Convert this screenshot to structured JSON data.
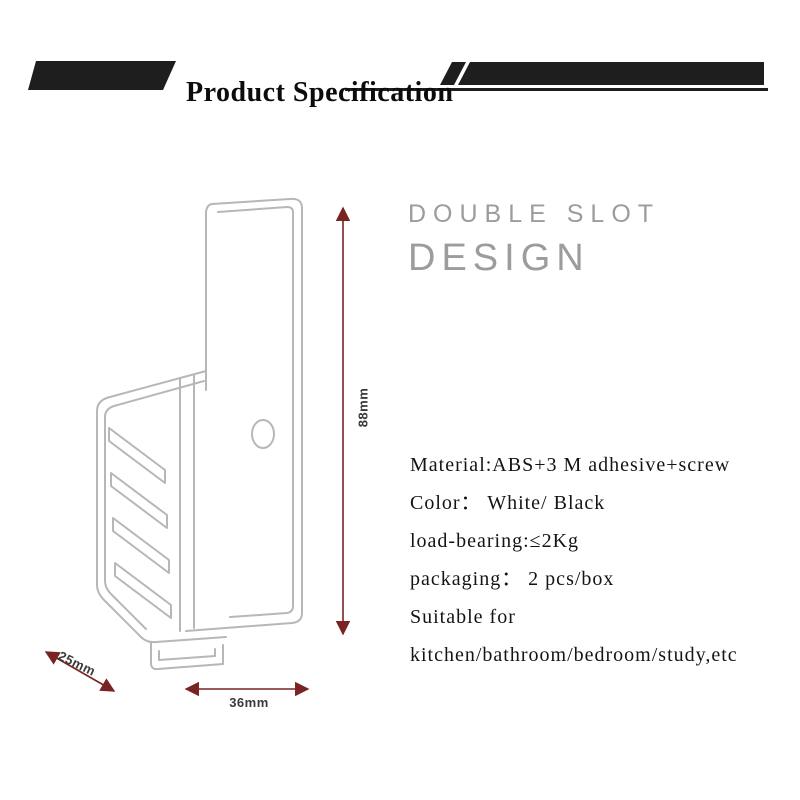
{
  "header": {
    "title": "Product Specification"
  },
  "design": {
    "line1": "DOUBLE SLOT",
    "line2": "DESIGN"
  },
  "specs": {
    "lines": [
      "Material:ABS+3 M adhesive+screw",
      "Color： White/ Black",
      "load-bearing:≤2Kg",
      "packaging： 2 pcs/box",
      "Suitable for",
      "kitchen/bathroom/bedroom/study,etc"
    ]
  },
  "dimensions": {
    "height": "88mm",
    "width": "36mm",
    "depth": "25mm"
  },
  "icons": {
    "drawing": "wall-mount-holder-line-drawing"
  },
  "colors": {
    "banner": "#1e1e1e",
    "dimension_arrow": "#7a2323",
    "drawing_outline": "#b7b7b7",
    "design_text": "#9c9c9c",
    "background": "#ffffff"
  }
}
